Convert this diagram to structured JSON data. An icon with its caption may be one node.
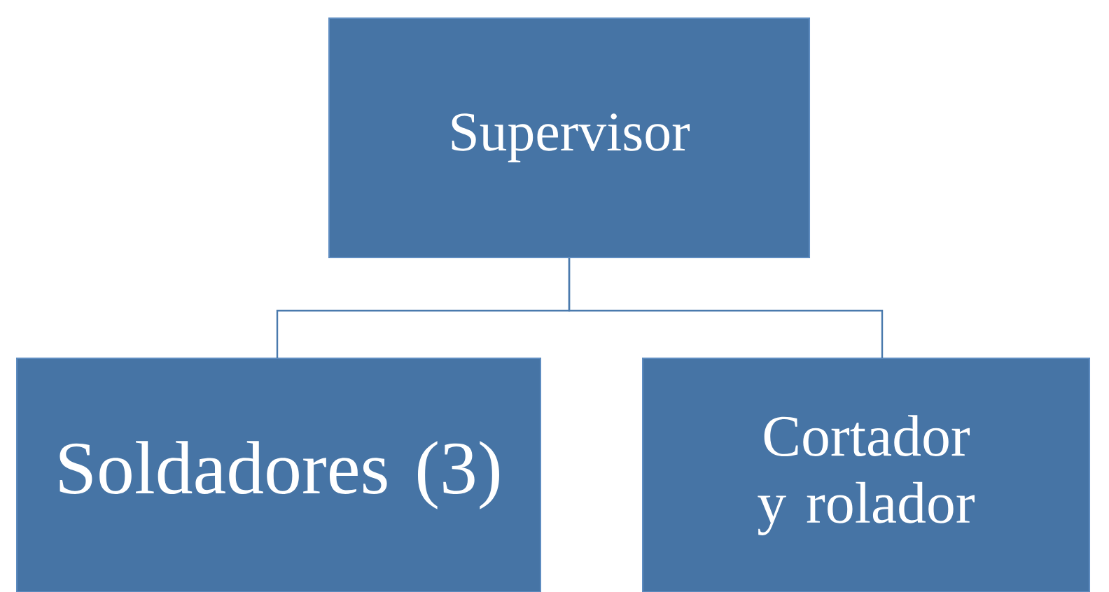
{
  "diagram": {
    "nodes": [
      {
        "text": [
          "Supervisor"
        ]
      },
      {
        "text": [
          "Soldadores (3)"
        ]
      },
      {
        "text": [
          "Cortador y rolador"
        ]
      }
    ],
    "edges": [
      {
        "from": 0,
        "to": 1,
        "arrow": "none"
      },
      {
        "from": 0,
        "to": 2,
        "arrow": "none"
      }
    ]
  }
}
